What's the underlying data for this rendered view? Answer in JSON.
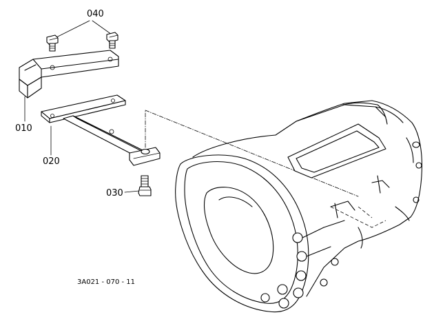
{
  "callouts": {
    "c040": "040",
    "c010": "010",
    "c020": "020",
    "c030": "030"
  },
  "drawing_code": "3A021 - 070 - 11"
}
